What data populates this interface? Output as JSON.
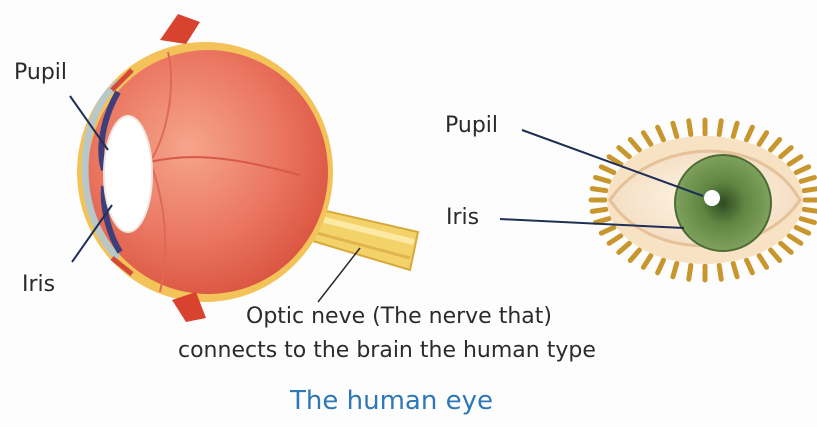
{
  "labels": {
    "left_pupil": "Pupil",
    "left_iris": "Iris",
    "right_pupil": "Pupil",
    "right_iris": "Iris"
  },
  "caption": {
    "line1": "Optic neve (The nerve that)",
    "line2": "connects to the brain the human type"
  },
  "title": "The human eye",
  "colors": {
    "eyeball": "#e8705a",
    "eyeball_rim": "#f4c24a",
    "optic_nerve": "#f2cf5a",
    "iris": "#6f9150",
    "lashes": "#c9962e",
    "title": "#2f78b8"
  }
}
